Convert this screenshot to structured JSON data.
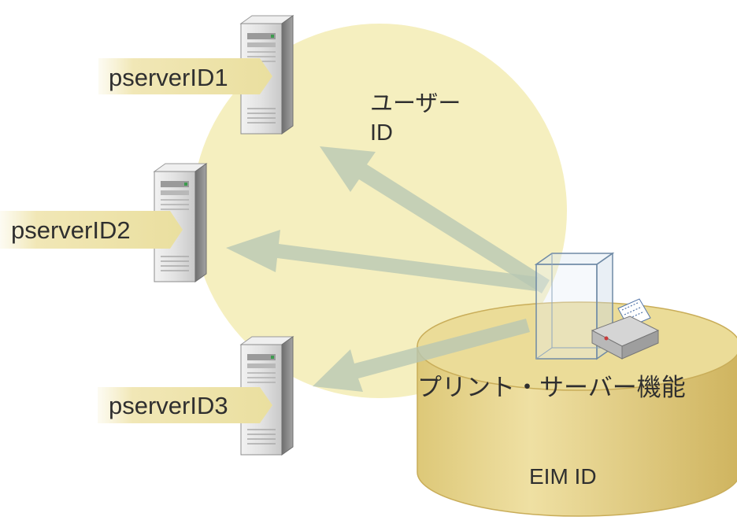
{
  "servers": [
    {
      "id": "pserverID1"
    },
    {
      "id": "pserverID2"
    },
    {
      "id": "pserverID3"
    }
  ],
  "user_id_label": {
    "line1": "ユーザー",
    "line2": "ID"
  },
  "print_server_label": "プリント・サーバー機能",
  "eim_id_label": "EIM ID",
  "colors": {
    "circle": "#f5efbf",
    "arrow": "#b7c7b4",
    "label_bg": "#f1e8b8",
    "cylinder_top": "#eadb94",
    "cylinder_side": "#dcc577",
    "server_body": "#d9d9d9",
    "server_side": "#8f8f8f"
  }
}
